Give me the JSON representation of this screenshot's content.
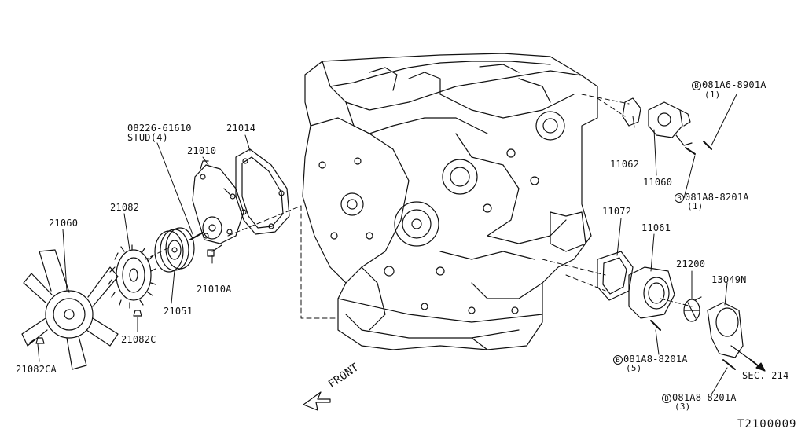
{
  "parts": {
    "stud_part": "08226-61610",
    "stud_note": "STUD(4)",
    "gasket_pump": "21014",
    "water_pump": "21010",
    "fan_clutch": "21082",
    "fan": "21060",
    "pump_bolt": "21010A",
    "pulley": "21051",
    "nut_clutch": "21082C",
    "bolt_fan": "21082CA",
    "gasket_outlet_upper": "11062",
    "water_outlet": "11060",
    "gasket_inlet": "11072",
    "thermostat_housing": "11061",
    "thermostat": "21200",
    "inlet_pipe": "13049N",
    "bolt_a": "081A6-8901A",
    "bolt_a_qty": "(1)",
    "bolt_b": "081A8-8201A",
    "bolt_b_qty": "(1)",
    "bolt_c": "081A8-8201A",
    "bolt_c_qty": "(5)",
    "bolt_d": "081A8-8201A",
    "bolt_d_qty": "(3)",
    "bolt_symbol": "B",
    "sec_ref": "SEC. 214"
  },
  "front_label": "FRONT",
  "diagram_id": "T2100009"
}
